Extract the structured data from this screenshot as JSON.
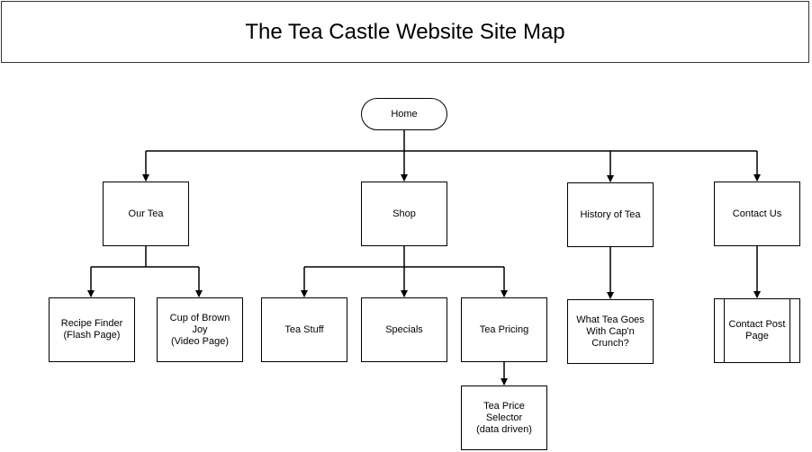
{
  "title": "The Tea Castle Website Site Map",
  "nodes": {
    "home": "Home",
    "our_tea": "Our Tea",
    "shop": "Shop",
    "history_of_tea": "History of Tea",
    "contact_us": "Contact Us",
    "recipe_finder": "Recipe Finder\n(Flash Page)",
    "cup_of_brown_joy": "Cup of Brown Joy\n(Video Page)",
    "tea_stuff": "Tea Stuff",
    "specials": "Specials",
    "tea_pricing": "Tea Pricing",
    "tea_price_selector": "Tea Price Selector\n(data driven)",
    "what_tea_goes": "What Tea Goes\nWith Cap'n\nCrunch?",
    "contact_post_page": "Contact Post\nPage"
  },
  "colors": {
    "line": "#000000",
    "border": "#000000",
    "background": "#ffffff"
  }
}
